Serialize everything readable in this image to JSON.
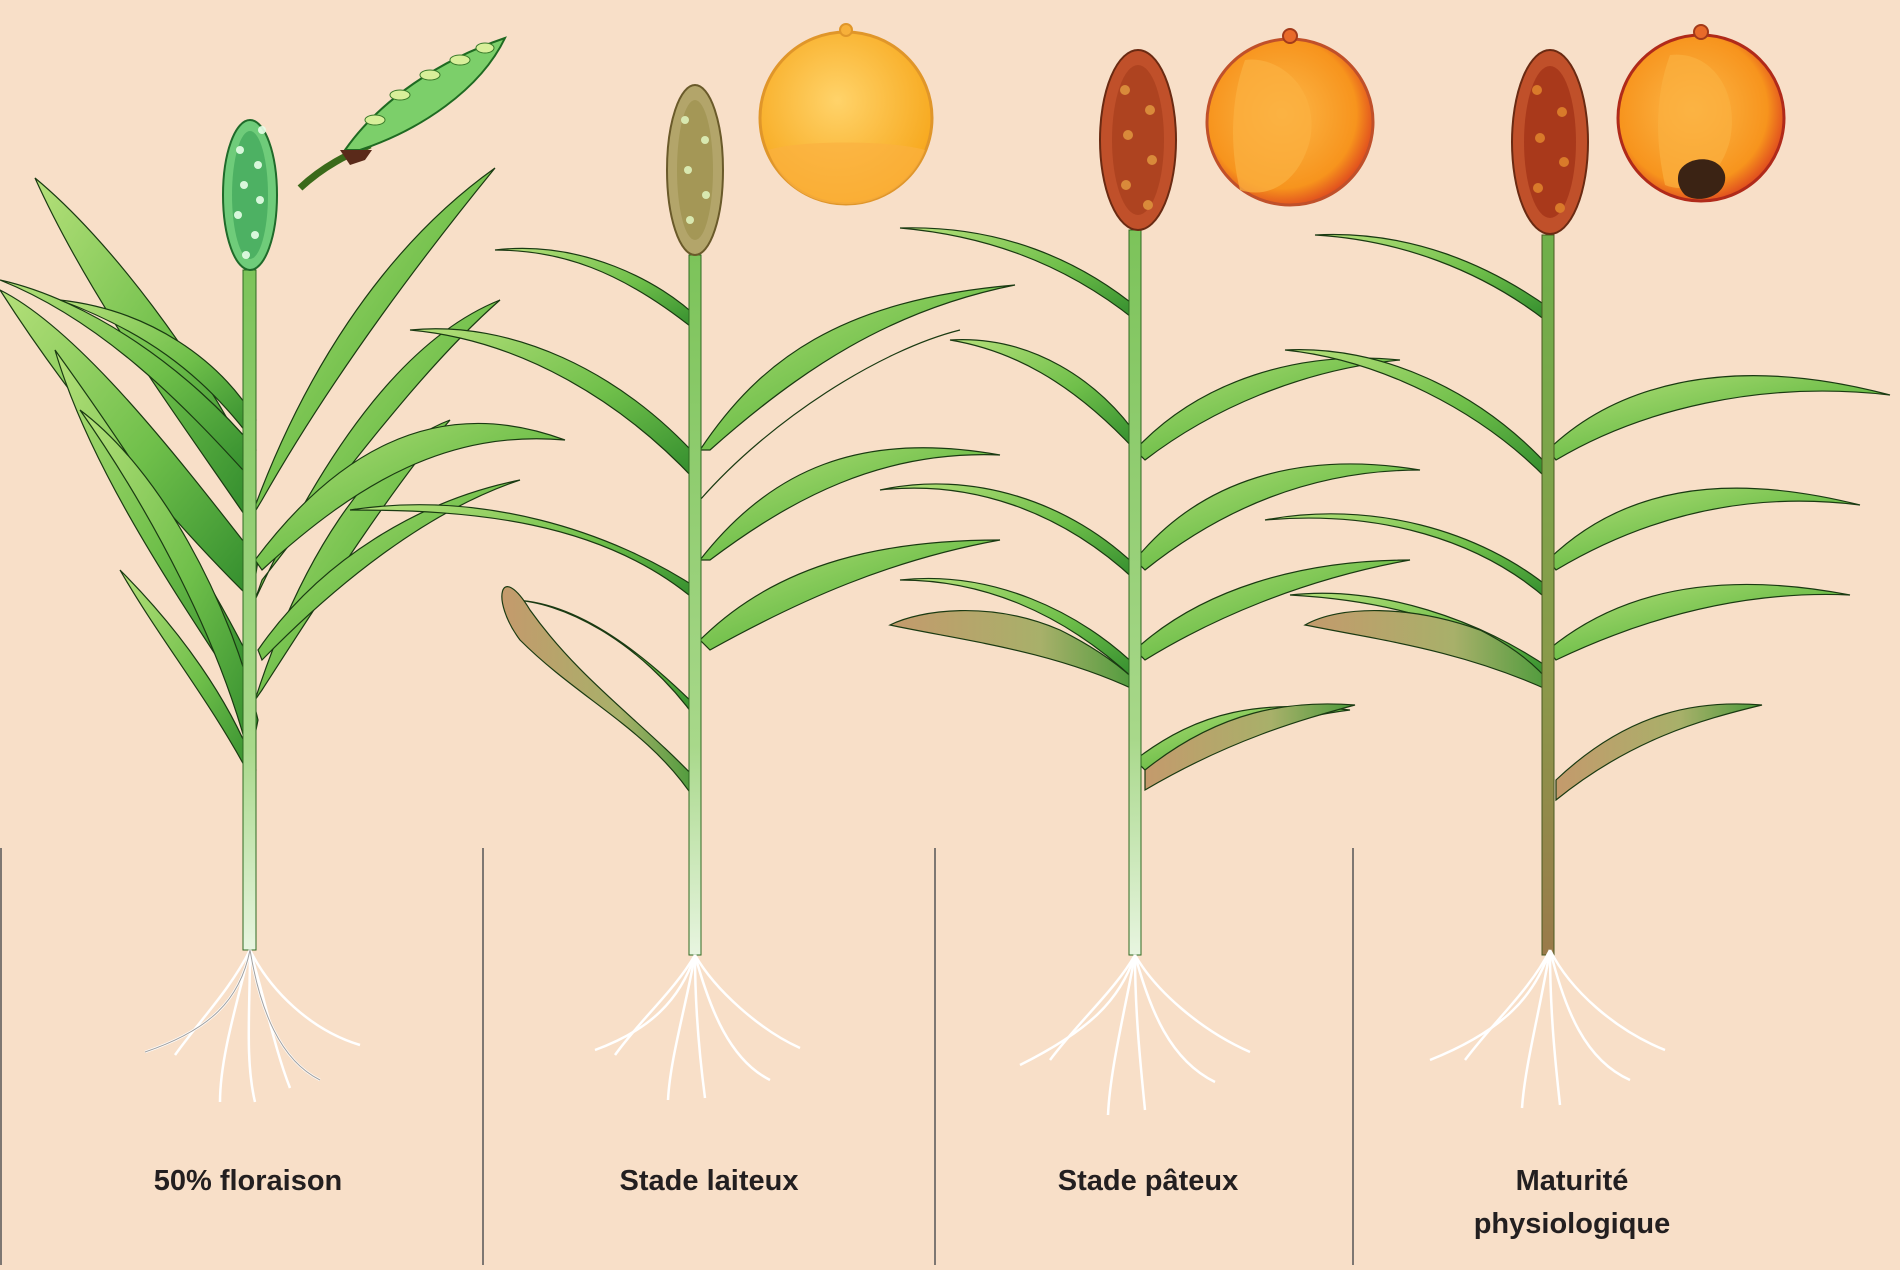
{
  "stages": [
    {
      "id": "floraison",
      "label_lines": [
        "50% floraison"
      ],
      "panicle": "green",
      "grain": "none"
    },
    {
      "id": "laiteux",
      "label_lines": [
        "Stade laiteux"
      ],
      "panicle": "tan",
      "grain": "milky"
    },
    {
      "id": "pateux",
      "label_lines": [
        "Stade pâteux"
      ],
      "panicle": "red",
      "grain": "dough"
    },
    {
      "id": "maturite",
      "label_lines": [
        "Maturité",
        "physiologique"
      ],
      "panicle": "red",
      "grain": "mature"
    }
  ],
  "colors": {
    "background": "#f8dfc8",
    "leaf_light": "#9fd36a",
    "leaf_dark": "#2f8a2c",
    "leaf_dry": "#c49a6c",
    "stem": "#8cc86a",
    "stem_mature": "#9a8a4a",
    "root": "#ffffff",
    "divider": "#555555",
    "panicle_green": "#5cc26a",
    "panicle_tan": "#b3a56a",
    "panicle_red": "#c0502a",
    "grain_yellow": "#fbb040",
    "grain_orange": "#f7941d",
    "grain_red": "#d9381e",
    "embryo": "#3b2314"
  }
}
